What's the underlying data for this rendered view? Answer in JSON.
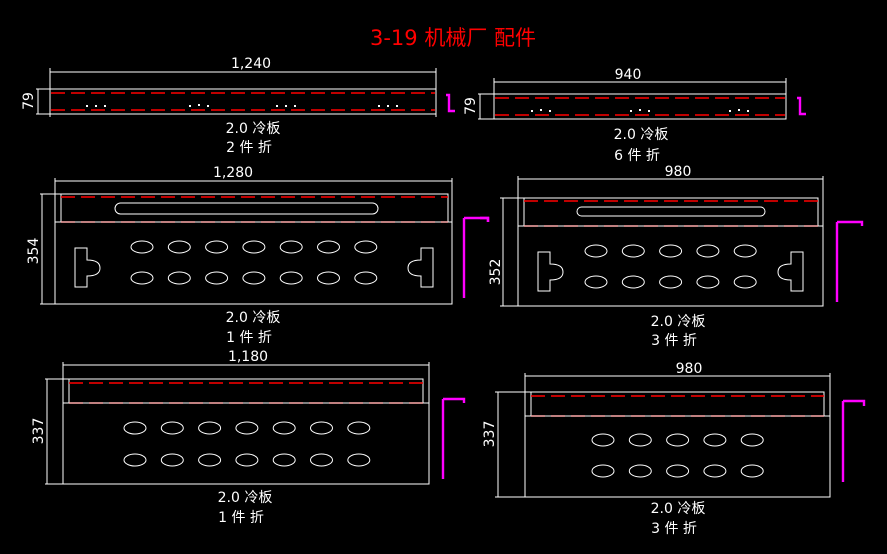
{
  "title": "3-19 机械厂 配件",
  "colors": {
    "background": "#000000",
    "outline": "#ffffff",
    "bend_line": "#ff0000",
    "profile": "#ff00ff",
    "title": "#ff0000"
  },
  "parts": [
    {
      "id": "strip-1240",
      "width_label": "1,240",
      "height_label": "79",
      "material": "2.0 冷板",
      "qty": "2 件 折",
      "holes": 0,
      "has_slot": false,
      "has_handles": false
    },
    {
      "id": "strip-940",
      "width_label": "940",
      "height_label": "79",
      "material": "2.0 冷板",
      "qty": "6 件 折",
      "holes": 0,
      "has_slot": false,
      "has_handles": false
    },
    {
      "id": "panel-1280",
      "width_label": "1,280",
      "height_label": "354",
      "material": "2.0 冷板",
      "qty": "1 件 折",
      "holes": 14,
      "has_slot": true,
      "has_handles": true
    },
    {
      "id": "panel-980a",
      "width_label": "980",
      "height_label": "352",
      "material": "2.0 冷板",
      "qty": "3 件 折",
      "holes": 10,
      "has_slot": true,
      "has_handles": true
    },
    {
      "id": "panel-1180",
      "width_label": "1,180",
      "height_label": "337",
      "material": "2.0 冷板",
      "qty": "1 件 折",
      "holes": 14,
      "has_slot": false,
      "has_handles": false
    },
    {
      "id": "panel-980b",
      "width_label": "980",
      "height_label": "337",
      "material": "2.0 冷板",
      "qty": "3 件 折",
      "holes": 10,
      "has_slot": false,
      "has_handles": false
    }
  ]
}
